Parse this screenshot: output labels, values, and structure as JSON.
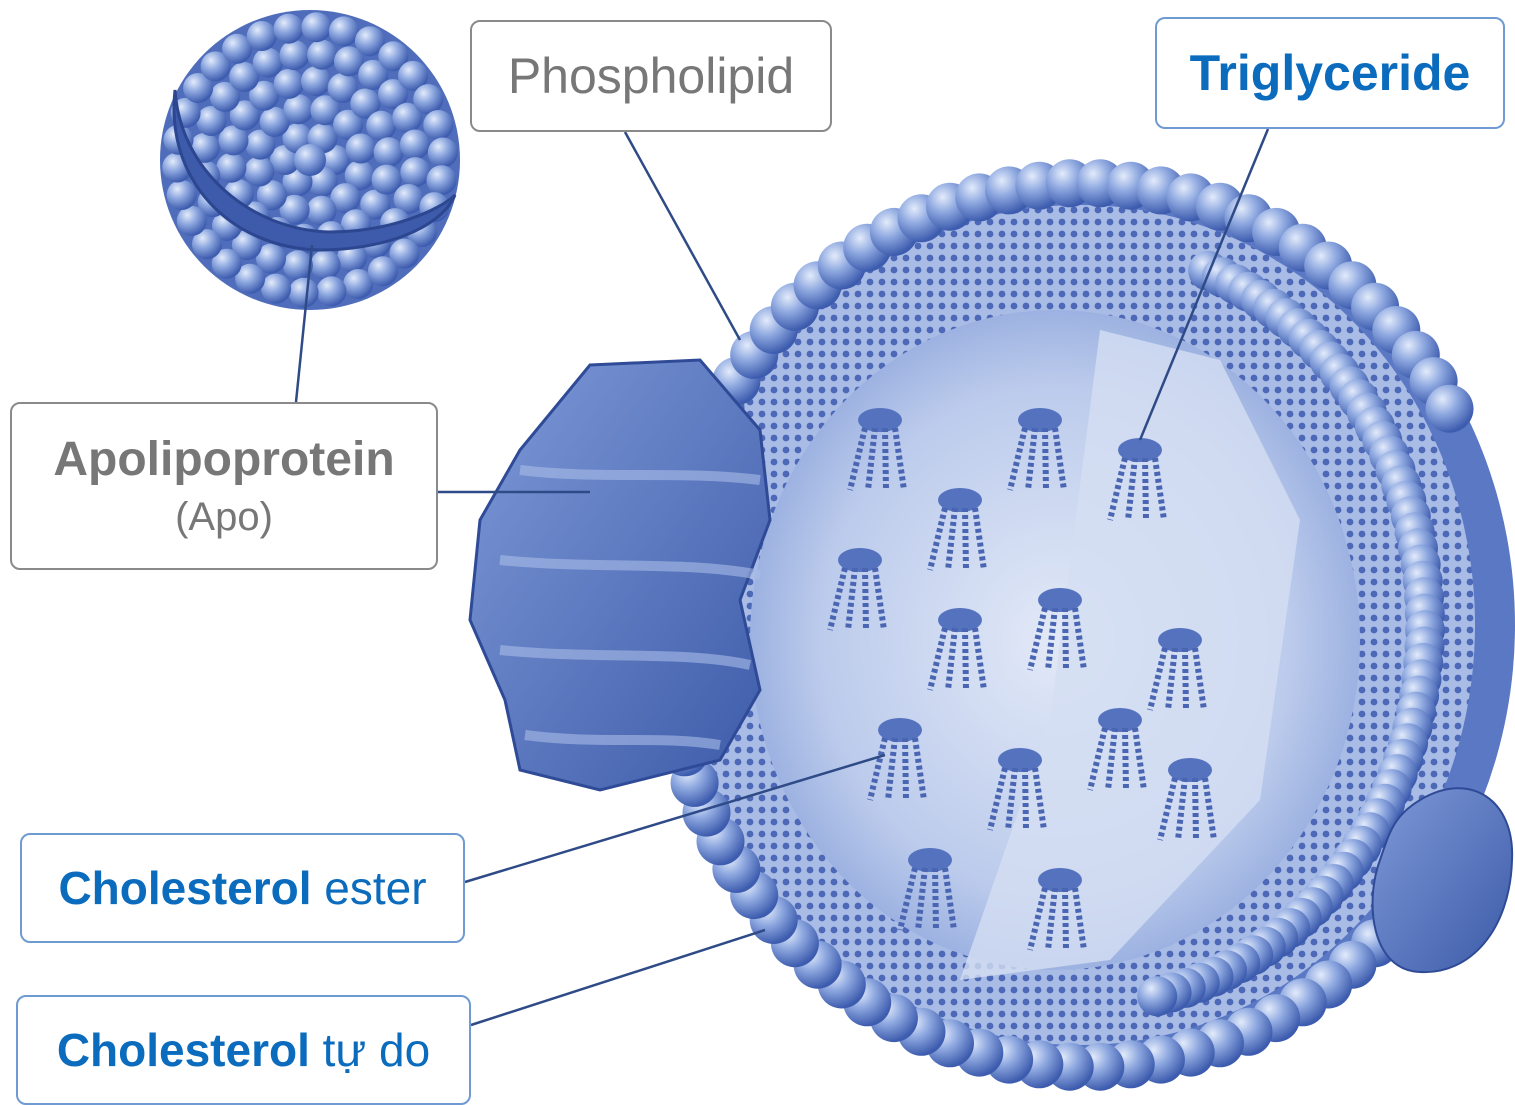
{
  "labels": {
    "phospholipid": "Phospholipid",
    "triglyceride": "Triglyceride",
    "apolipoprotein": {
      "name": "Apolipoprotein",
      "abbr": "(Apo)"
    },
    "cholesterol_ester": {
      "bold": "Cholesterol",
      "rest": " ester"
    },
    "cholesterol_free": {
      "bold": "Cholesterol",
      "rest": " tự do"
    }
  },
  "colors": {
    "particle_fill": "#6f8fd4",
    "particle_dark": "#3f5fae",
    "core_fill": "#c9d6f0",
    "label_blue": "#0b6bbd",
    "label_gray": "#777777"
  }
}
